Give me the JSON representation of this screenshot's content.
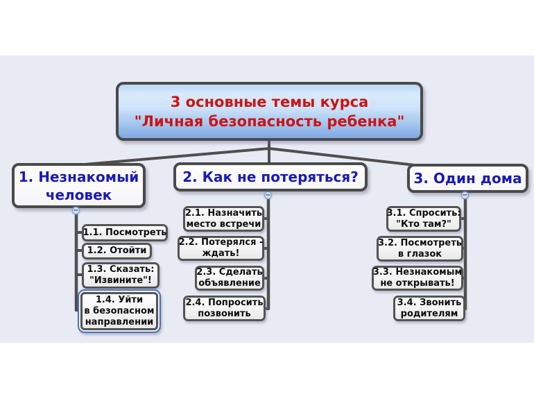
{
  "icons": {
    "collapse": "−"
  },
  "colors": {
    "board": "#e9ebf4",
    "box_border": "#4a4a4a",
    "connector": "#4f4f4f",
    "root_text": "#cc1414",
    "branch_text": "#1a1ab8",
    "sub_text": "#0d0d0d",
    "selection_border": "#4a71b8"
  },
  "root": {
    "lines": [
      "3 основные темы курса",
      "\"Личная безопасность ребенка\""
    ]
  },
  "branches": [
    {
      "title": {
        "lines": [
          "1. Незнакомый",
          "человек"
        ]
      },
      "children": [
        {
          "lines": [
            "1.1. Посмотреть"
          ]
        },
        {
          "lines": [
            "1.2. Отойти"
          ]
        },
        {
          "lines": [
            "1.3. Сказать:",
            "\"Извините\"!"
          ]
        },
        {
          "lines": [
            "1.4. Уйти",
            "в безопасном",
            "направлении"
          ],
          "selected": true
        }
      ]
    },
    {
      "title": {
        "lines": [
          "2. Как не потеряться?"
        ]
      },
      "children": [
        {
          "lines": [
            "2.1. Назначить",
            "место встречи"
          ]
        },
        {
          "lines": [
            "2.2. Потерялся -",
            "ждать!"
          ]
        },
        {
          "lines": [
            "2.3. Сделать",
            "объявление"
          ]
        },
        {
          "lines": [
            "2.4. Попросить",
            "позвонить"
          ]
        }
      ]
    },
    {
      "title": {
        "lines": [
          "3. Один дома"
        ]
      },
      "children": [
        {
          "lines": [
            "3.1. Спросить:",
            "\"Кто там?\""
          ]
        },
        {
          "lines": [
            "3.2. Посмотреть",
            "в глазок"
          ]
        },
        {
          "lines": [
            "3.3. Незнакомым",
            "не открывать!"
          ]
        },
        {
          "lines": [
            "3.4. Звонить",
            "родителям"
          ]
        }
      ]
    }
  ]
}
